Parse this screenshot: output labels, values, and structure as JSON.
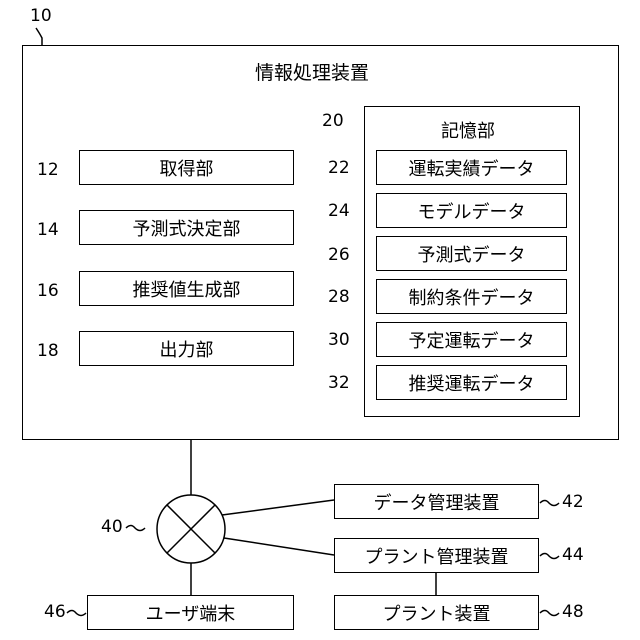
{
  "device": {
    "ref": "10",
    "title": "情報処理装置"
  },
  "units": [
    {
      "ref": "12",
      "label": "取得部"
    },
    {
      "ref": "14",
      "label": "予測式決定部"
    },
    {
      "ref": "16",
      "label": "推奨値生成部"
    },
    {
      "ref": "18",
      "label": "出力部"
    }
  ],
  "storage": {
    "ref": "20",
    "title": "記憶部",
    "items": [
      {
        "ref": "22",
        "label": "運転実績データ"
      },
      {
        "ref": "24",
        "label": "モデルデータ"
      },
      {
        "ref": "26",
        "label": "予測式データ"
      },
      {
        "ref": "28",
        "label": "制約条件データ"
      },
      {
        "ref": "30",
        "label": "予定運転データ"
      },
      {
        "ref": "32",
        "label": "推奨運転データ"
      }
    ]
  },
  "network": {
    "ref": "40"
  },
  "external": [
    {
      "ref": "42",
      "label": "データ管理装置"
    },
    {
      "ref": "44",
      "label": "プラント管理装置"
    },
    {
      "ref": "46",
      "label": "ユーザ端末"
    },
    {
      "ref": "48",
      "label": "プラント装置"
    }
  ]
}
